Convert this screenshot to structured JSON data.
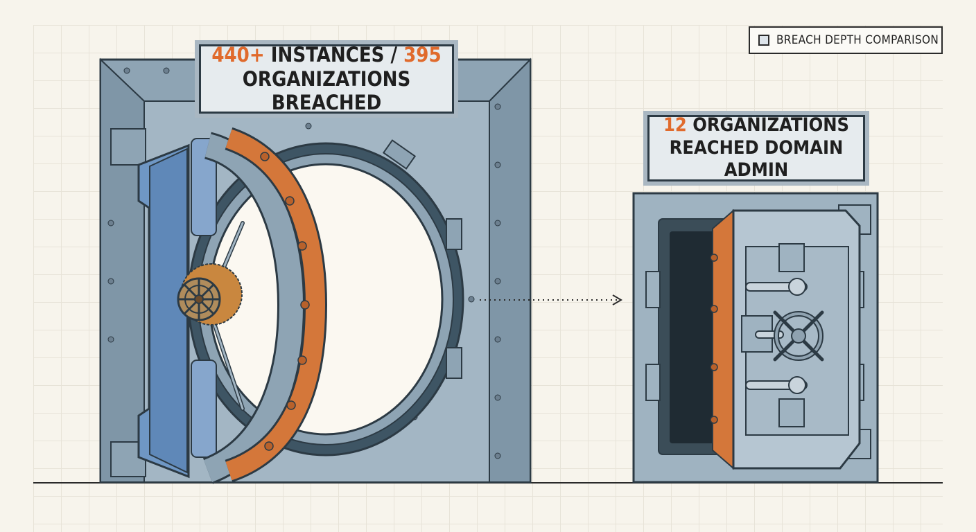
{
  "legend": {
    "label": "BREACH DEPTH COMPARISON"
  },
  "large_vault": {
    "count_a": "440+",
    "middle": " INSTANCES / ",
    "count_b": "395",
    "line2": "ORGANIZATIONS BREACHED"
  },
  "small_vault": {
    "count": "12",
    "line1_rest": " ORGANIZATIONS",
    "line2": "REACHED DOMAIN ADMIN"
  },
  "colors": {
    "accent": "#e06a2c",
    "steel": "#8fa5b5",
    "steel_dark": "#2c3a44",
    "door_blue": "#6f97c4",
    "copper": "#d4773a",
    "background": "#f7f4ec"
  },
  "icons": [
    "vault-large-icon",
    "vault-small-icon",
    "valve-wheel-icon",
    "dotted-arrow-icon"
  ]
}
